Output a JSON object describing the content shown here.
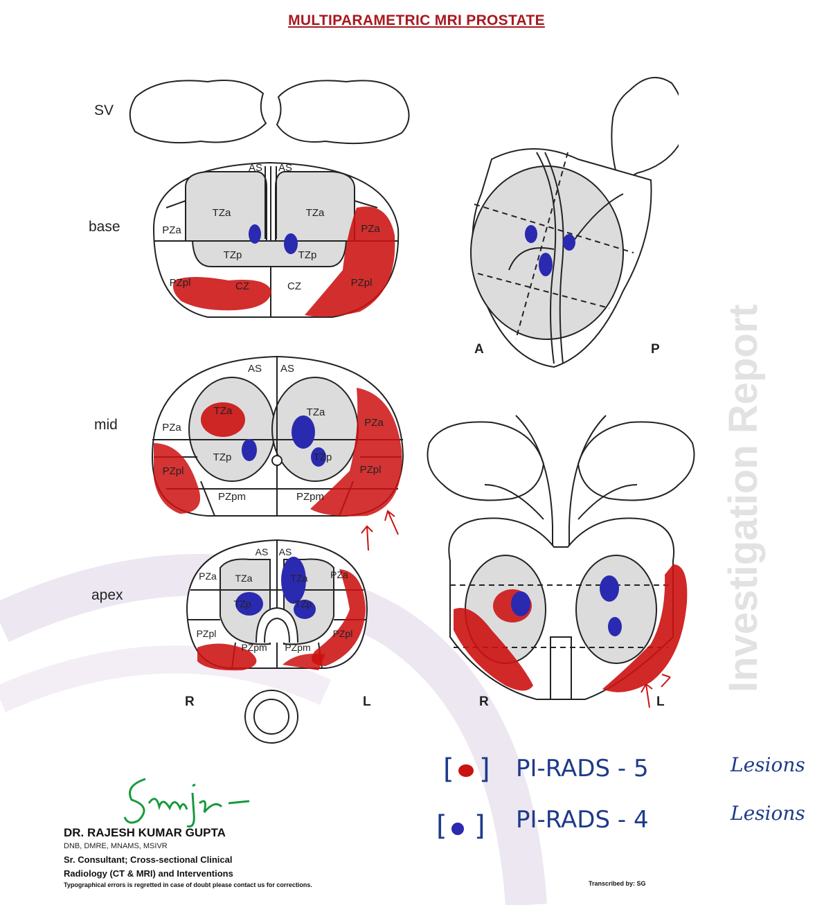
{
  "header": {
    "title": "MULTIPARAMETRIC MRI PROSTATE"
  },
  "watermark": "Investigation Report",
  "axial": {
    "levels": {
      "sv": "SV",
      "base": "base",
      "mid": "mid",
      "apex": "apex"
    },
    "zones": {
      "as": "AS",
      "tza": "TZa",
      "tzp": "TZp",
      "pza": "PZa",
      "pzpl": "PZpl",
      "pzpm": "PZpm",
      "cz": "CZ"
    },
    "orientation": {
      "right": "R",
      "left": "L"
    }
  },
  "sagittal": {
    "anterior": "A",
    "posterior": "P"
  },
  "coronal": {
    "right": "R",
    "left": "L"
  },
  "legend": {
    "items": [
      {
        "label": "PI-RADS - 5",
        "word": "Lesions",
        "color": "#cc1111"
      },
      {
        "label": "PI-RADS - 4",
        "word": "Lesions",
        "color": "#2a2ab0"
      }
    ]
  },
  "footer": {
    "doctor": "DR. RAJESH KUMAR GUPTA",
    "qualifications": "DNB, DMRE, MNAMS, MSIVR",
    "role_line1": "Sr. Consultant; Cross-sectional Clinical",
    "role_line2": "Radiology (CT & MRI) and Interventions",
    "disclaimer": "Typographical errors is regretted in case of doubt please contact us for corrections.",
    "transcribed": "Transcribed by: SG"
  },
  "colors": {
    "pirads5": "#cc1111",
    "pirads4": "#2a2ab0",
    "title": "#a8191f",
    "gland": "#dcdcdc"
  }
}
